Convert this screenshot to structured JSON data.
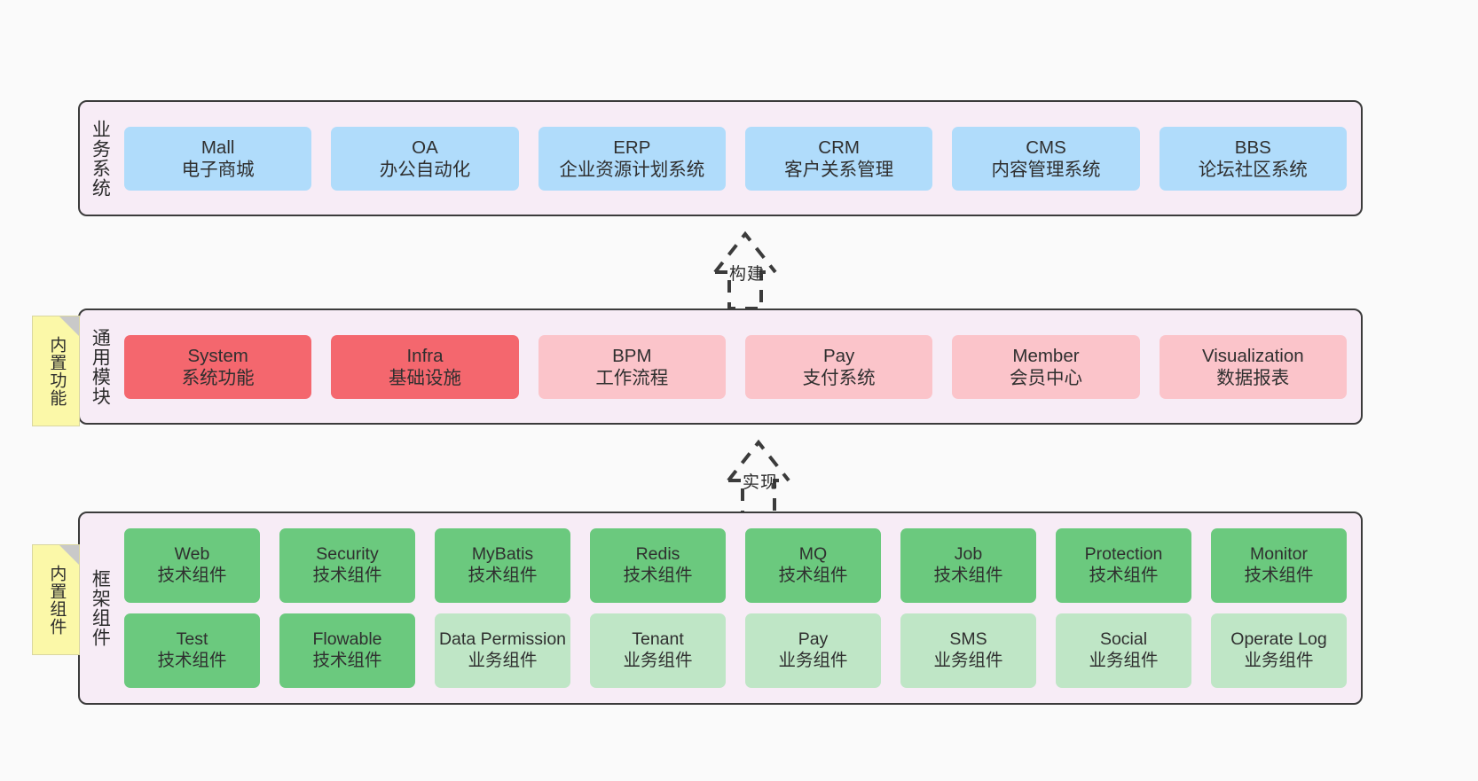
{
  "diagram": {
    "background_color": "#fafafa",
    "panel_color": "#f7ecf6",
    "panel_border_color": "#3b3b3b",
    "note_color": "#fbf8a8"
  },
  "notes": [
    {
      "label": "内置功能"
    },
    {
      "label": "内置组件"
    }
  ],
  "arrows": [
    {
      "label": "构建",
      "direction": "up",
      "style": "dashed"
    },
    {
      "label": "实现",
      "direction": "up",
      "style": "dashed"
    }
  ],
  "layers": [
    {
      "title": "业务系统",
      "color": "#b0dcfb",
      "rows": [
        [
          {
            "name": "Mall",
            "desc": "电子商城",
            "color": "#b0dcfb"
          },
          {
            "name": "OA",
            "desc": "办公自动化",
            "color": "#b0dcfb"
          },
          {
            "name": "ERP",
            "desc": "企业资源计划系统",
            "color": "#b0dcfb"
          },
          {
            "name": "CRM",
            "desc": "客户关系管理",
            "color": "#b0dcfb"
          },
          {
            "name": "CMS",
            "desc": "内容管理系统",
            "color": "#b0dcfb"
          },
          {
            "name": "BBS",
            "desc": "论坛社区系统",
            "color": "#b0dcfb"
          }
        ]
      ]
    },
    {
      "title": "通用模块",
      "rows": [
        [
          {
            "name": "System",
            "desc": "系统功能",
            "color": "#f4676e"
          },
          {
            "name": "Infra",
            "desc": "基础设施",
            "color": "#f4676e"
          },
          {
            "name": "BPM",
            "desc": "工作流程",
            "color": "#fbc4ca"
          },
          {
            "name": "Pay",
            "desc": "支付系统",
            "color": "#fbc4ca"
          },
          {
            "name": "Member",
            "desc": "会员中心",
            "color": "#fbc4ca"
          },
          {
            "name": "Visualization",
            "desc": "数据报表",
            "color": "#fbc4ca"
          }
        ]
      ]
    },
    {
      "title": "框架组件",
      "rows": [
        [
          {
            "name": "Web",
            "desc": "技术组件",
            "color": "#6bc97e"
          },
          {
            "name": "Security",
            "desc": "技术组件",
            "color": "#6bc97e"
          },
          {
            "name": "MyBatis",
            "desc": "技术组件",
            "color": "#6bc97e"
          },
          {
            "name": "Redis",
            "desc": "技术组件",
            "color": "#6bc97e"
          },
          {
            "name": "MQ",
            "desc": "技术组件",
            "color": "#6bc97e"
          },
          {
            "name": "Job",
            "desc": "技术组件",
            "color": "#6bc97e"
          },
          {
            "name": "Protection",
            "desc": "技术组件",
            "color": "#6bc97e"
          },
          {
            "name": "Monitor",
            "desc": "技术组件",
            "color": "#6bc97e"
          }
        ],
        [
          {
            "name": "Test",
            "desc": "技术组件",
            "color": "#6bc97e"
          },
          {
            "name": "Flowable",
            "desc": "技术组件",
            "color": "#6bc97e"
          },
          {
            "name": "Data Permission",
            "desc": "业务组件",
            "color": "#bfe6c6"
          },
          {
            "name": "Tenant",
            "desc": "业务组件",
            "color": "#bfe6c6"
          },
          {
            "name": "Pay",
            "desc": "业务组件",
            "color": "#bfe6c6"
          },
          {
            "name": "SMS",
            "desc": "业务组件",
            "color": "#bfe6c6"
          },
          {
            "name": "Social",
            "desc": "业务组件",
            "color": "#bfe6c6"
          },
          {
            "name": "Operate Log",
            "desc": "业务组件",
            "color": "#bfe6c6"
          }
        ]
      ]
    }
  ]
}
